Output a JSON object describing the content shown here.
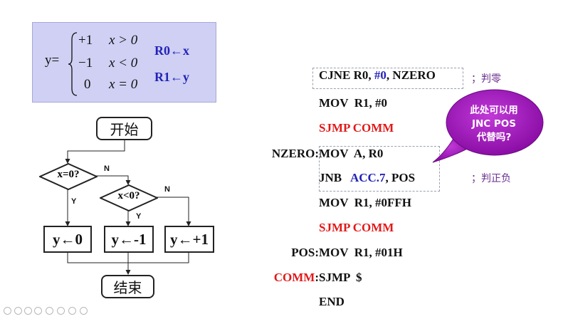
{
  "formula": {
    "lhs": "y=",
    "cases": [
      {
        "value": "+1",
        "condition": "x > 0"
      },
      {
        "value": "−1",
        "condition": "x < 0"
      },
      {
        "value": "0",
        "condition": "x = 0"
      }
    ],
    "reg_x": "R0←x",
    "reg_y": "R1←y"
  },
  "flowchart": {
    "start": "开始",
    "end": "结束",
    "decision1": "x=0?",
    "decision2": "x<0?",
    "yes": "Y",
    "no": "N",
    "box_zero": "y←0",
    "box_neg": "y←-1",
    "box_pos": "y←+1"
  },
  "code": {
    "lines": [
      {
        "label": "",
        "parts": [
          {
            "t": "CJNE R0, ",
            "c": "black"
          },
          {
            "t": "#0",
            "c": "blue"
          },
          {
            "t": ", NZERO",
            "c": "black"
          }
        ],
        "comment": "；判零"
      },
      {
        "label": "",
        "parts": [
          {
            "t": "MOV  R1, #0",
            "c": "black"
          }
        ],
        "comment": ""
      },
      {
        "label": "",
        "parts": [
          {
            "t": "SJMP COMM",
            "c": "red"
          }
        ],
        "comment": ""
      },
      {
        "label": "NZERO:",
        "parts": [
          {
            "t": "MOV  A, R0",
            "c": "black"
          }
        ],
        "comment": ""
      },
      {
        "label": "",
        "parts": [
          {
            "t": "JNB   ",
            "c": "black"
          },
          {
            "t": "ACC.7",
            "c": "blue"
          },
          {
            "t": ", POS",
            "c": "black"
          }
        ],
        "comment": "；判正负"
      },
      {
        "label": "",
        "parts": [
          {
            "t": "MOV  R1, #0FFH",
            "c": "black"
          }
        ],
        "comment": ""
      },
      {
        "label": "",
        "parts": [
          {
            "t": "SJMP COMM",
            "c": "red"
          }
        ],
        "comment": ""
      },
      {
        "label": "POS:",
        "parts": [
          {
            "t": "MOV  R1, #01H",
            "c": "black"
          }
        ],
        "comment": ""
      },
      {
        "label": "COMM:",
        "parts": [
          {
            "t": "SJMP  $",
            "c": "black"
          }
        ],
        "comment": ""
      },
      {
        "label": "",
        "parts": [
          {
            "t": "END",
            "c": "black"
          }
        ],
        "comment": ""
      }
    ]
  },
  "callout": {
    "text_line1": "此处可以用",
    "text_line2": "JNC POS",
    "text_line3": "代替吗?"
  },
  "colors": {
    "label_red": "#e11919",
    "operand_blue": "#2323b8",
    "callout_purple": "#9b10b8",
    "comment_purple": "#6b2f8f",
    "formula_bg": "#cfd0f3"
  },
  "player": {
    "icons": [
      "nav-start-icon",
      "prev-icon",
      "play-icon",
      "next-icon",
      "pen-icon",
      "copy-icon",
      "zoom-icon",
      "more-icon"
    ]
  }
}
